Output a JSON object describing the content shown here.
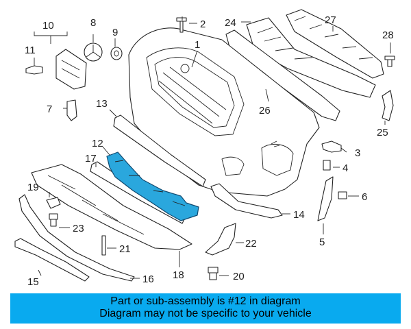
{
  "callouts": {
    "c1": "1",
    "c2": "2",
    "c3": "3",
    "c4": "4",
    "c5": "5",
    "c6": "6",
    "c7": "7",
    "c8": "8",
    "c9": "9",
    "c10": "10",
    "c11": "11",
    "c12": "12",
    "c13": "13",
    "c14": "14",
    "c15": "15",
    "c16": "16",
    "c17": "17",
    "c18": "18",
    "c19": "19",
    "c20": "20",
    "c21": "21",
    "c22": "22",
    "c23": "23",
    "c24": "24",
    "c25": "25",
    "c26": "26",
    "c27": "27",
    "c28": "28"
  },
  "banner": {
    "line1": "Part or sub-assembly is #12 in diagram",
    "line2": "Diagram may not be specific to your vehicle"
  },
  "highlight_part": "12",
  "colors": {
    "banner_bg": "#09aaef",
    "highlight": "#2aa7dd",
    "line": "#222222"
  }
}
